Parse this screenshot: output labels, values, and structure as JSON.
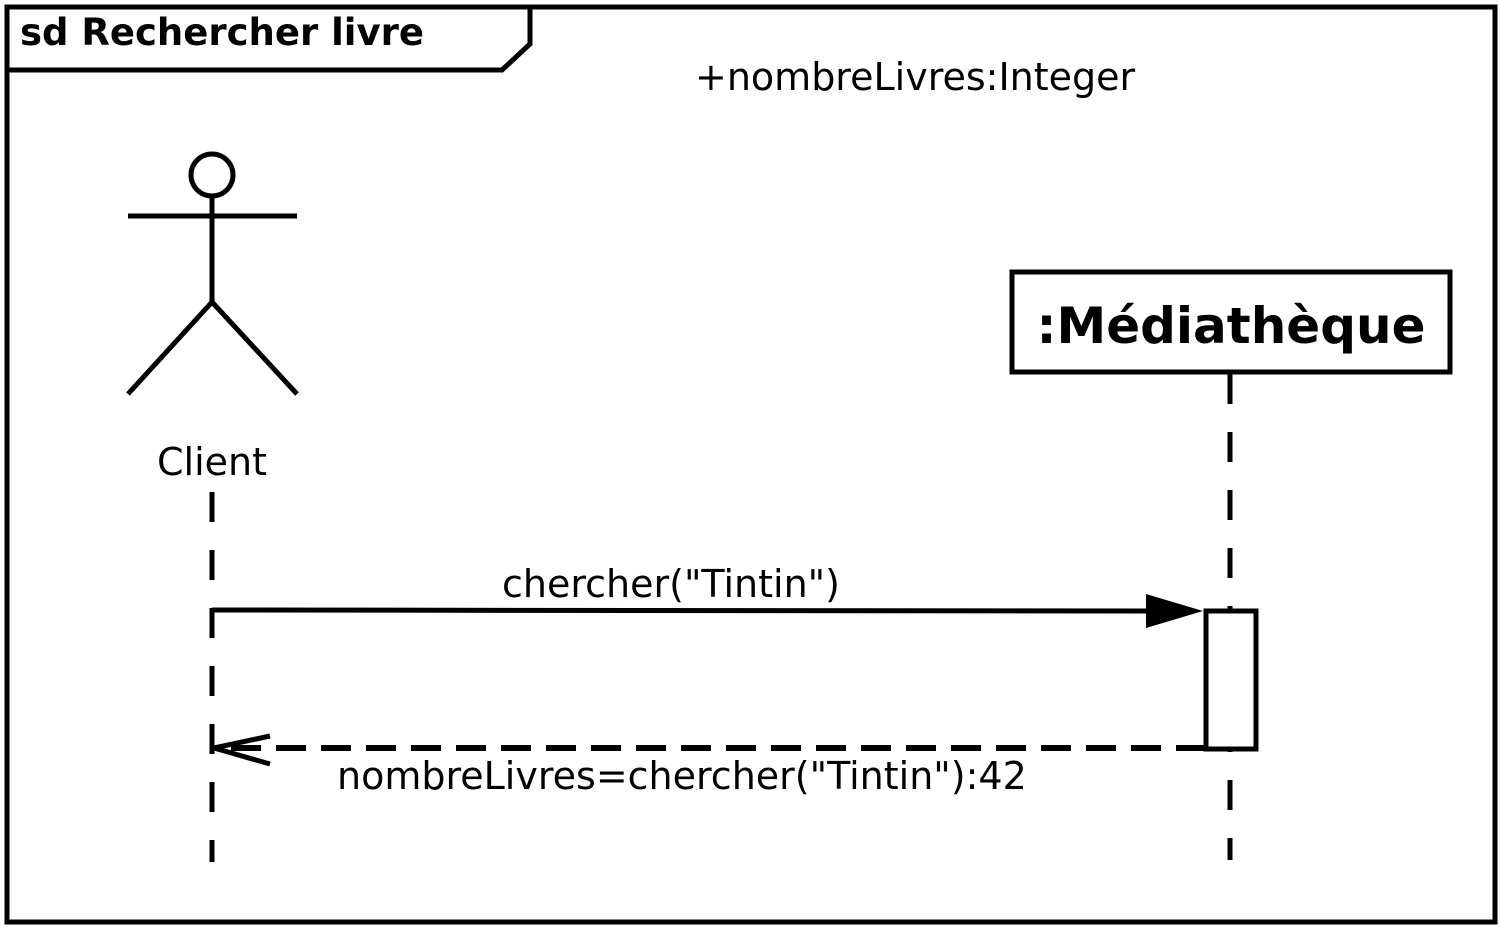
{
  "frame": {
    "title": "sd Rechercher livre",
    "attribute": "+nombreLivres:Integer"
  },
  "actor": {
    "name": "Client"
  },
  "lifeline": {
    "name": ":Médiathèque"
  },
  "messages": {
    "call": "chercher(\"Tintin\")",
    "reply": "nombreLivres=chercher(\"Tintin\"):42"
  }
}
